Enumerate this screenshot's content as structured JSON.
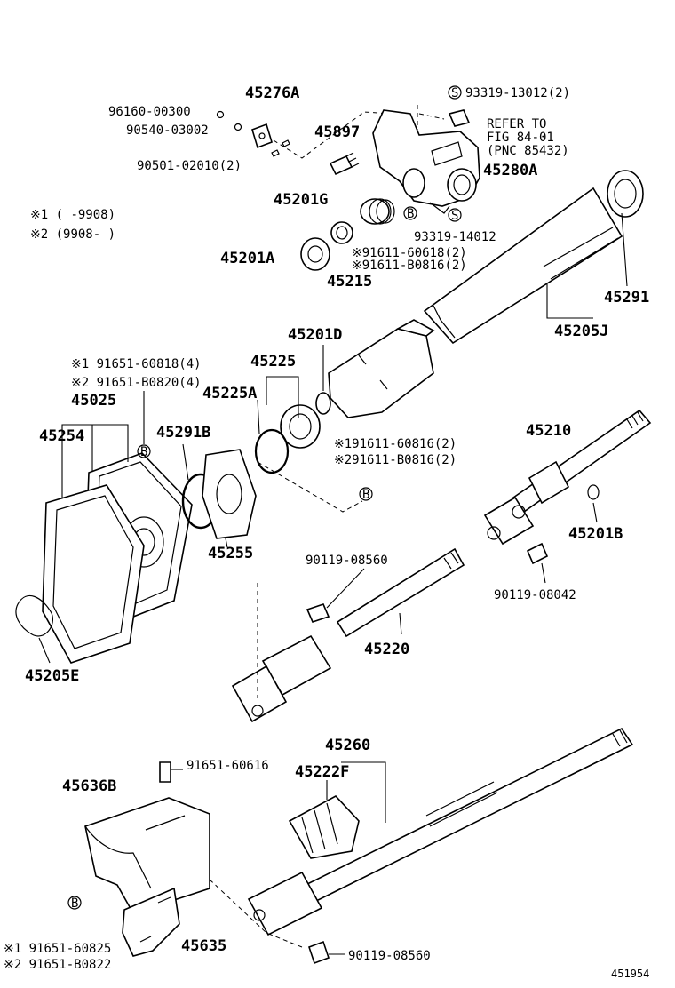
{
  "labels": {
    "p96160_00300": "96160-00300",
    "p90540_03002": "90540-03002",
    "p90501_02010": "90501-02010(2)",
    "p45276A": "45276A",
    "p45897": "45897",
    "p93319_13012": "93319-13012(2)",
    "refer_line1": "REFER TO",
    "refer_line2": "FIG 84-01",
    "refer_line3": "(PNC 85432)",
    "p45280A": "45280A",
    "p45201G": "45201G",
    "p93319_14012": "93319-14012",
    "note1": "※1 (     -9908)",
    "note2": "※2 (9908-     )",
    "p45201A": "45201A",
    "p91611_60618": "※91611-60618(2)",
    "p91611_B0816_top": "※91611-B0816(2)",
    "p45215": "45215",
    "p45291": "45291",
    "p45205J": "45205J",
    "p45201D": "45201D",
    "p45225": "45225",
    "p91651_60818": "※1 91651-60818(4)",
    "p91651_B0820": "※2 91651-B0820(4)",
    "p45225A": "45225A",
    "p45025": "45025",
    "p45254": "45254",
    "p45291B": "45291B",
    "p91611_60816": "※191611-60816(2)",
    "p91611_B0816_mid": "※291611-B0816(2)",
    "p45210": "45210",
    "p45255": "45255",
    "p45201B": "45201B",
    "p90119_08560_mid": "90119-08560",
    "p90119_08042": "90119-08042",
    "p45220": "45220",
    "p45205E": "45205E",
    "p45260": "45260",
    "p91651_60616": "91651-60616",
    "p45222F": "45222F",
    "p45636B": "45636B",
    "p91651_60825": "※1 91651-60825",
    "p91651_B0822": "※2 91651-B0822",
    "p45635": "45635",
    "p90119_08560_bot": "90119-08560",
    "fig_number": "451954"
  },
  "symbols": {
    "s_mark": "S",
    "b_mark": "B"
  },
  "colors": {
    "line": "#000000",
    "background": "#ffffff"
  }
}
